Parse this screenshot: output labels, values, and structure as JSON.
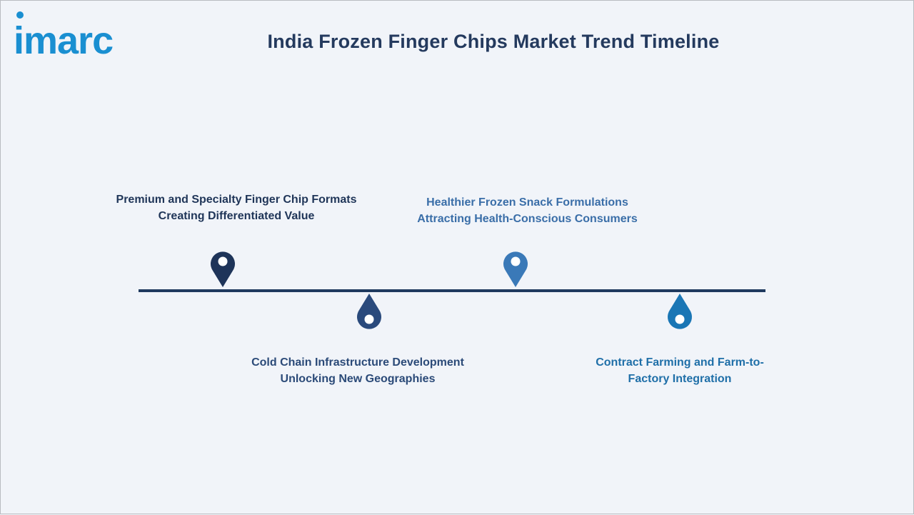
{
  "brand": {
    "logo_text": "imarc",
    "color": "#1a8fd1"
  },
  "title": "India Frozen Finger Chips Market Trend Timeline",
  "timeline": {
    "line_color": "#1f3a5f",
    "items": [
      {
        "label": "Premium and Specialty Finger Chip Formats Creating Differentiated Value",
        "icon": "location-pin-icon",
        "color": "#1e3459",
        "position": "above"
      },
      {
        "label": "Cold Chain Infrastructure Development Unlocking New Geographies",
        "icon": "water-drop-icon",
        "color": "#2a4a7c",
        "position": "below"
      },
      {
        "label": "Healthier Frozen Snack Formulations Attracting Health-Conscious Consumers",
        "icon": "location-pin-icon",
        "color": "#3a79b8",
        "position": "above"
      },
      {
        "label": "Contract Farming and Farm-to-Factory Integration",
        "icon": "water-drop-icon",
        "color": "#1a76b5",
        "position": "below"
      }
    ]
  }
}
